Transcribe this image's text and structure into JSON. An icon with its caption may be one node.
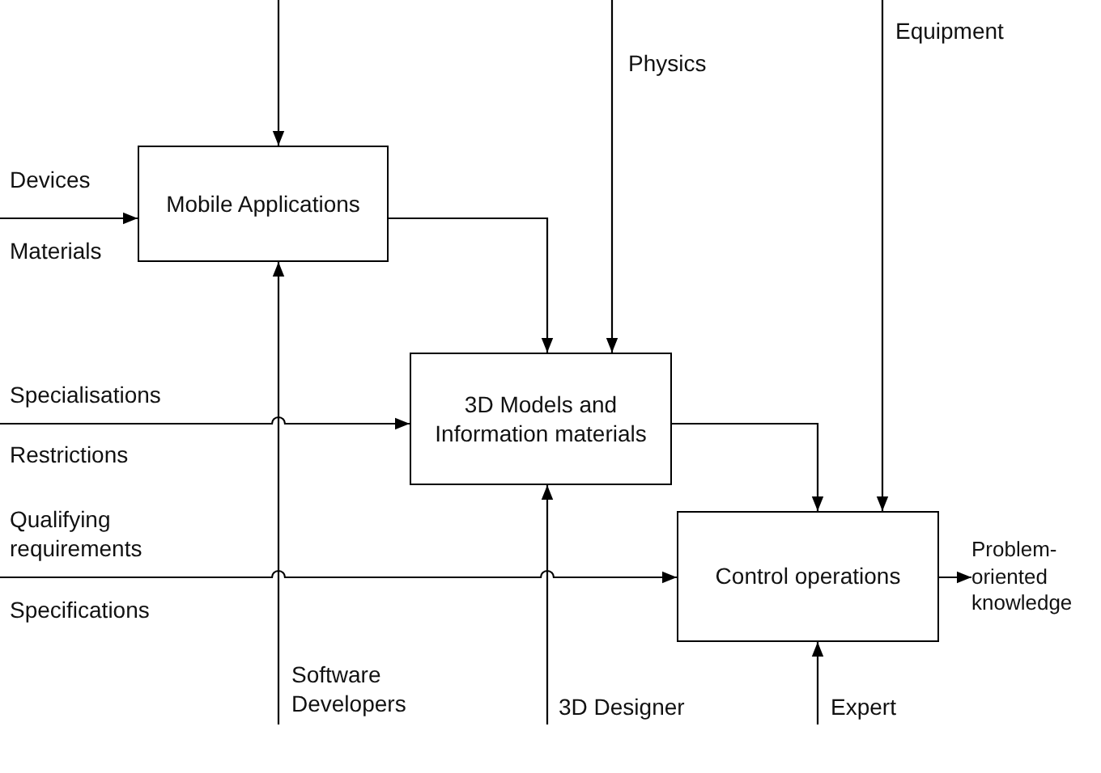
{
  "diagram": {
    "nodes": [
      {
        "text": [
          "Mobile Applications"
        ]
      },
      {
        "text": [
          "3D Models and Information materials"
        ]
      },
      {
        "text": [
          "Control operations"
        ]
      },
      {
        "text": [
          "Problem-oriented knowledge"
        ]
      }
    ],
    "edges": [
      {
        "from": null,
        "to": 0,
        "arrow": "to"
      },
      {
        "from": null,
        "to": 0,
        "arrow": "to"
      },
      {
        "from": null,
        "to": 0,
        "arrow": "to"
      },
      {
        "from": 0,
        "to": 1,
        "arrow": "to"
      },
      {
        "from": null,
        "to": 1,
        "arrow": "to"
      },
      {
        "from": null,
        "to": 1,
        "arrow": "to"
      },
      {
        "from": null,
        "to": 1,
        "arrow": "to"
      },
      {
        "from": 1,
        "to": 2,
        "arrow": "to"
      },
      {
        "from": null,
        "to": 2,
        "arrow": "to"
      },
      {
        "from": null,
        "to": 2,
        "arrow": "to"
      },
      {
        "from": 2,
        "to": 3,
        "arrow": "to"
      },
      {
        "from": null,
        "to": 2,
        "arrow": "to"
      }
    ],
    "labels": [
      "Physics",
      "Equipment",
      "Devices",
      "Materials",
      "Specialisations",
      "Restrictions",
      "Qualifying requirements",
      "Specifications",
      "Software Developers",
      "3D Designer",
      "Expert"
    ]
  }
}
